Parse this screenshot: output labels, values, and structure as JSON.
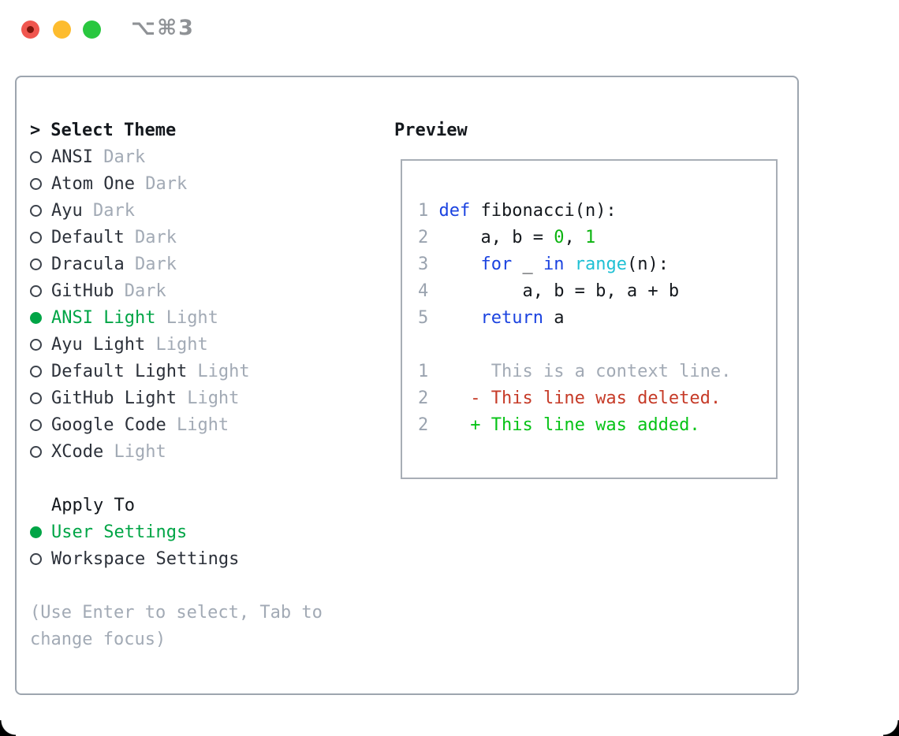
{
  "titlebar": {
    "shortcut": "⌥⌘3"
  },
  "theme_panel": {
    "title_prefix": ">",
    "title": "Select Theme",
    "themes": [
      {
        "name": "ANSI",
        "variant": "Dark",
        "selected": false
      },
      {
        "name": "Atom One",
        "variant": "Dark",
        "selected": false
      },
      {
        "name": "Ayu",
        "variant": "Dark",
        "selected": false
      },
      {
        "name": "Default",
        "variant": "Dark",
        "selected": false
      },
      {
        "name": "Dracula",
        "variant": "Dark",
        "selected": false
      },
      {
        "name": "GitHub",
        "variant": "Dark",
        "selected": false
      },
      {
        "name": "ANSI Light",
        "variant": "Light",
        "selected": true
      },
      {
        "name": "Ayu Light",
        "variant": "Light",
        "selected": false
      },
      {
        "name": "Default Light",
        "variant": "Light",
        "selected": false
      },
      {
        "name": "GitHub Light",
        "variant": "Light",
        "selected": false
      },
      {
        "name": "Google Code",
        "variant": "Light",
        "selected": false
      },
      {
        "name": "XCode",
        "variant": "Light",
        "selected": false
      }
    ],
    "apply_to": {
      "title": "Apply To",
      "options": [
        {
          "label": "User Settings",
          "selected": true
        },
        {
          "label": "Workspace Settings",
          "selected": false
        }
      ]
    },
    "hint_lines": [
      "(Use Enter to select, Tab to",
      "change focus)"
    ]
  },
  "preview": {
    "title": "Preview",
    "code_lines": [
      {
        "num": "1",
        "tokens": [
          {
            "text": " ",
            "color": "fg"
          },
          {
            "text": "def",
            "color": "blue"
          },
          {
            "text": " fibonacci(n):",
            "color": "fg"
          }
        ]
      },
      {
        "num": "2",
        "tokens": [
          {
            "text": "     a, b = ",
            "color": "fg"
          },
          {
            "text": "0",
            "color": "green"
          },
          {
            "text": ", ",
            "color": "fg"
          },
          {
            "text": "1",
            "color": "green"
          }
        ]
      },
      {
        "num": "3",
        "tokens": [
          {
            "text": "     ",
            "color": "fg"
          },
          {
            "text": "for",
            "color": "blue"
          },
          {
            "text": " _ ",
            "color": "fg"
          },
          {
            "text": "in",
            "color": "blue"
          },
          {
            "text": " ",
            "color": "fg"
          },
          {
            "text": "range",
            "color": "cyan"
          },
          {
            "text": "(n):",
            "color": "fg"
          }
        ]
      },
      {
        "num": "4",
        "tokens": [
          {
            "text": "         a, b = b, a + b",
            "color": "fg"
          }
        ]
      },
      {
        "num": "5",
        "tokens": [
          {
            "text": "     ",
            "color": "fg"
          },
          {
            "text": "return",
            "color": "blue"
          },
          {
            "text": " a",
            "color": "fg"
          }
        ]
      }
    ],
    "diff_lines": [
      {
        "num": "1",
        "text": "      This is a context line.",
        "color": "gray"
      },
      {
        "num": "2",
        "text": "    - This line was deleted.",
        "color": "red"
      },
      {
        "num": "2",
        "text": "    + This line was added.",
        "color": "added"
      }
    ]
  },
  "colors": {
    "fg": "#14181d",
    "item": "#2c313a",
    "gray": "#a2aab5",
    "gutter": "#9aa3af",
    "blue": "#1b43e0",
    "cyan": "#1fc0d4",
    "green": "#0cb410",
    "added": "#06c316",
    "red": "#c63b28",
    "selected": "#00a546",
    "marker": "#3d434c",
    "panel_border": "#9da5af",
    "preview_border": "#a8aeb6",
    "light_red": "#f0564f",
    "light_red_dot": "#7e150c",
    "light_yellow": "#fdbc2e",
    "light_green": "#29c73f",
    "shortcut": "#8f9296"
  }
}
